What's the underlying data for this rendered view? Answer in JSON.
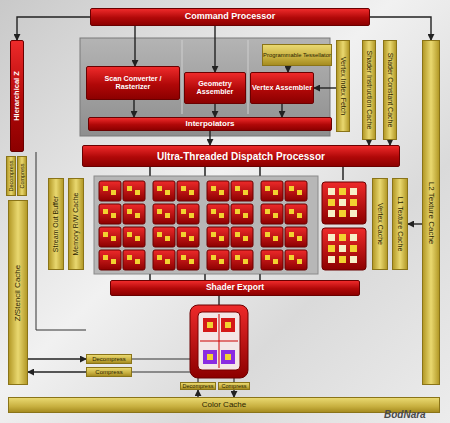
{
  "diagram": {
    "nodes": [
      {
        "text": [
          "Command Processor"
        ]
      },
      {
        "text": [
          "Hierarchical Z"
        ]
      },
      {
        "text": [
          "Decompress"
        ]
      },
      {
        "text": [
          "Compress"
        ]
      },
      {
        "text": [
          "Z/Stencil Cache"
        ]
      },
      {
        "text": [
          "Scan Converter / Rasterizer"
        ]
      },
      {
        "text": [
          "Geometry Assembler"
        ]
      },
      {
        "text": [
          "Programmable Tessellator"
        ]
      },
      {
        "text": [
          "Vertex Assembler"
        ]
      },
      {
        "text": [
          "Interpolators"
        ]
      },
      {
        "text": [
          "Vertex Index Fetch"
        ]
      },
      {
        "text": [
          "Shader Instruction Cache"
        ]
      },
      {
        "text": [
          "Shader Constant Cache"
        ]
      },
      {
        "text": [
          "L2 Texture Cache"
        ]
      },
      {
        "text": [
          "Ultra-Threaded Dispatch Processor"
        ]
      },
      {
        "text": [
          "Stream Out Buffer"
        ]
      },
      {
        "text": [
          "Memory R/W Cache"
        ]
      },
      {
        "text": [
          "Vertex Cache"
        ]
      },
      {
        "text": [
          "L1 Texture Cache"
        ]
      },
      {
        "text": [
          "Shader Export"
        ]
      },
      {
        "text": [
          "Decompress"
        ]
      },
      {
        "text": [
          "Compress"
        ]
      },
      {
        "text": [
          "Decompress"
        ]
      },
      {
        "text": [
          "Compress"
        ]
      },
      {
        "text": [
          "Color Cache"
        ]
      }
    ],
    "edges": [
      {
        "from": 0,
        "to": 5,
        "arrow": "to"
      },
      {
        "from": 0,
        "to": 6,
        "arrow": "to"
      },
      {
        "from": 7,
        "to": 8,
        "arrow": "to"
      },
      {
        "from": 5,
        "to": 9,
        "arrow": "to"
      },
      {
        "from": 6,
        "to": 9,
        "arrow": "to"
      },
      {
        "from": 8,
        "to": 9,
        "arrow": "to"
      },
      {
        "from": 10,
        "to": 8,
        "arrow": "to"
      },
      {
        "from": 9,
        "to": 14,
        "arrow": "to"
      },
      {
        "from": 11,
        "to": 14,
        "arrow": "to"
      },
      {
        "from": 12,
        "to": 14,
        "arrow": "to"
      },
      {
        "from": 0,
        "to": 1,
        "arrow": "to"
      },
      {
        "from": 0,
        "to": 13,
        "arrow": "to"
      },
      {
        "from": 13,
        "to": 18,
        "arrow": "to"
      },
      {
        "from": 4,
        "to": 20,
        "arrow": "to"
      },
      {
        "from": 21,
        "to": 4,
        "arrow": "to"
      },
      {
        "from": 24,
        "to": 22,
        "arrow": "to"
      },
      {
        "from": 23,
        "to": 24,
        "arrow": "to"
      }
    ],
    "labels": [
      "BodNara"
    ]
  }
}
